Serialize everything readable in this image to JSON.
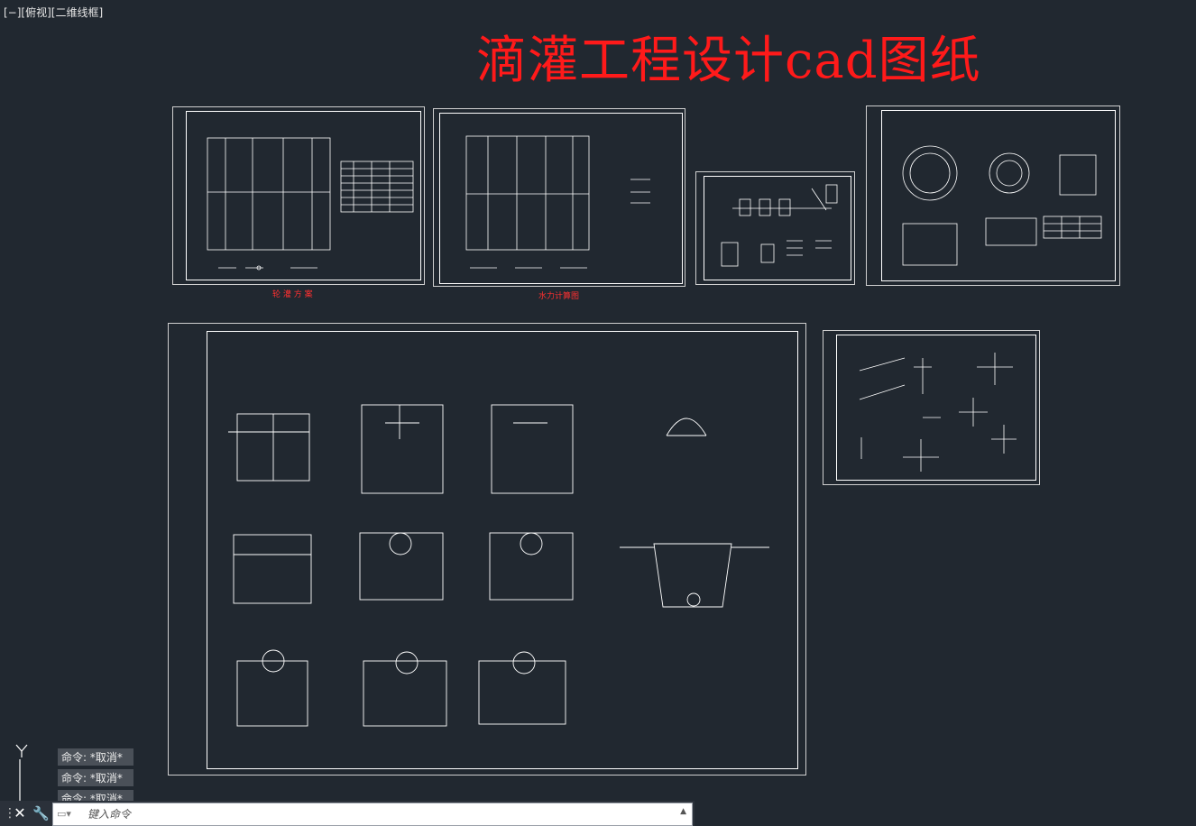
{
  "viewport": {
    "label": "[−][俯视][二维线框]"
  },
  "drawing": {
    "title": "滴灌工程设计cad图纸",
    "title_color": "#ff1a1a",
    "sheet1_caption": "轮 灌 方 案",
    "sheet2_caption": "水力计算图"
  },
  "command": {
    "history": [
      "命令: *取消*",
      "命令: *取消*",
      "命令: *取消*"
    ],
    "placeholder": "键入命令"
  },
  "colors": {
    "background": "#212830",
    "linework": "#ffffff",
    "accent": "#ff1a1a"
  },
  "icons": {
    "ucs": "ucs-y-axis-icon",
    "close": "close-icon",
    "customize": "wrench-icon",
    "prompt": "command-prompt-icon",
    "history": "chevron-up-icon"
  }
}
